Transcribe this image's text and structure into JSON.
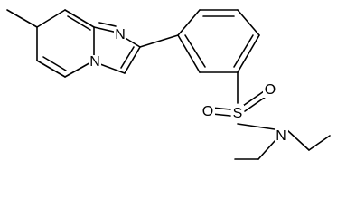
{
  "molecule": {
    "atoms": {
      "n_imidazole": "N",
      "n_bridgehead": "N",
      "sulfur": "S",
      "oxygen_top": "O",
      "oxygen_left": "O",
      "n_amide": "N"
    }
  }
}
